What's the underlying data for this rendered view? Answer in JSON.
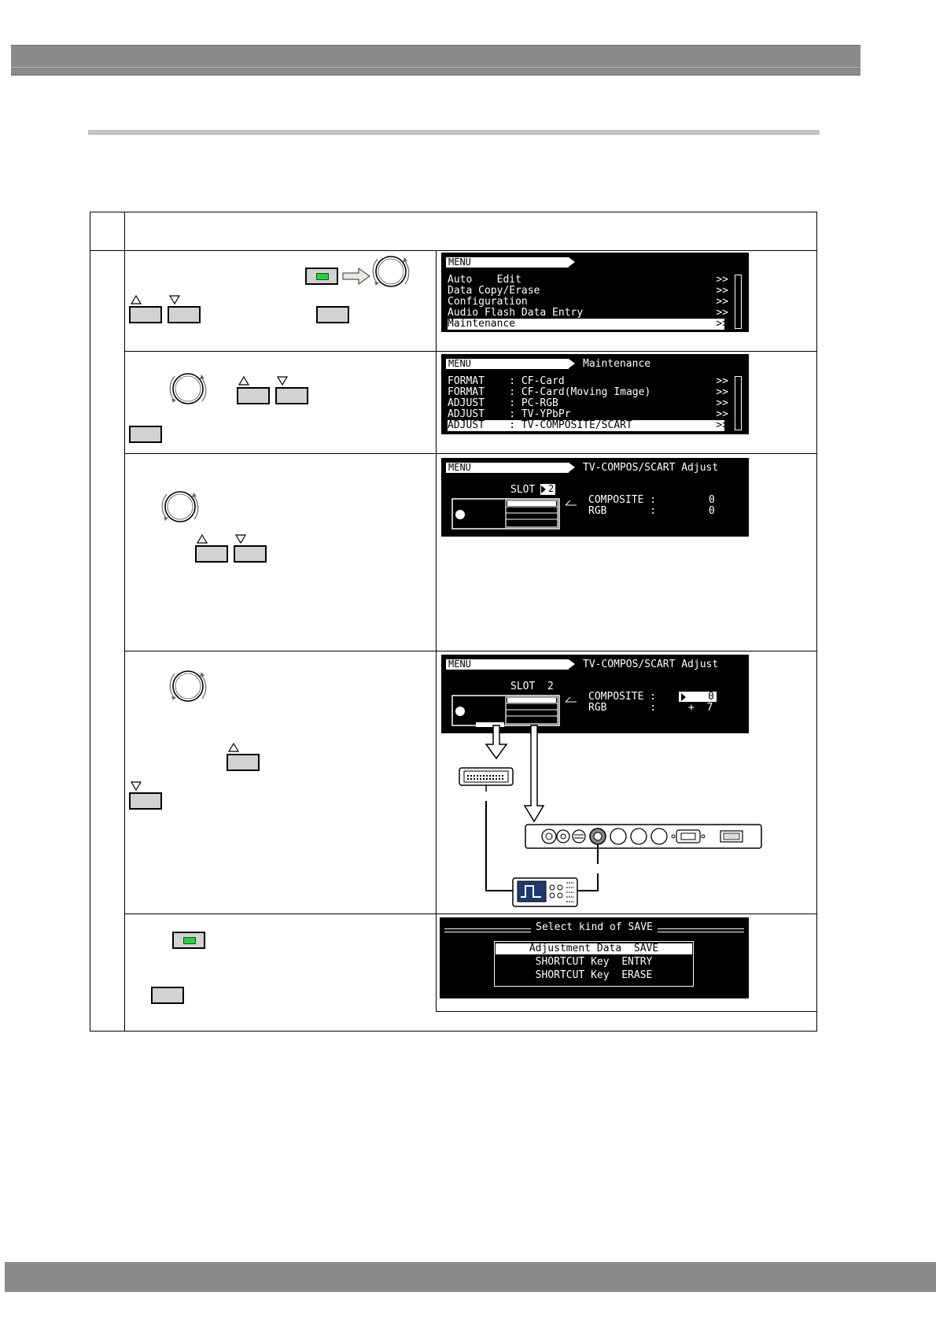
{
  "screen1": {
    "header": "MENU",
    "rows": [
      {
        "label": "Auto    Edit",
        "arrow": ">>"
      },
      {
        "label": "Data Copy/Erase",
        "arrow": ">>"
      },
      {
        "label": "Configuration",
        "arrow": ">>"
      },
      {
        "label": "Audio Flash Data Entry",
        "arrow": ">>"
      },
      {
        "label": "Maintenance",
        "arrow": ">>"
      }
    ]
  },
  "screen2": {
    "header": "MENU",
    "title": "Maintenance",
    "rows": [
      {
        "label": "FORMAT    : CF-Card",
        "arrow": ">>"
      },
      {
        "label": "FORMAT    : CF-Card(Moving Image)",
        "arrow": ">>"
      },
      {
        "label": "ADJUST    : PC-RGB",
        "arrow": ">>"
      },
      {
        "label": "ADJUST    : TV-YPbPr",
        "arrow": ">>"
      },
      {
        "label": "ADJUST    : TV-COMPOSITE/SCART",
        "arrow": ">>"
      }
    ]
  },
  "screen3": {
    "header": "MENU",
    "title": "TV-COMPOS/SCART Adjust",
    "slot_label": "SLOT",
    "slot_value": "2",
    "composite_label": "COMPOSITE :",
    "composite_value": "0",
    "rgb_label": "RGB       :",
    "rgb_value": "0"
  },
  "screen4": {
    "header": "MENU",
    "title": "TV-COMPOS/SCART Adjust",
    "slot_label": "SLOT  2",
    "composite_label": "COMPOSITE :",
    "composite_value": "0",
    "rgb_label": "RGB       :",
    "rgb_value": "+  7"
  },
  "screen5": {
    "title": "Select kind of SAVE",
    "items": [
      "Adjustment Data  SAVE",
      "SHORTCUT Key  ENTRY",
      "SHORTCUT Key  ERASE"
    ]
  },
  "colors": {
    "bar": "#8a8a8a",
    "led": "#2ecc40",
    "key": "#d2d2d2"
  }
}
